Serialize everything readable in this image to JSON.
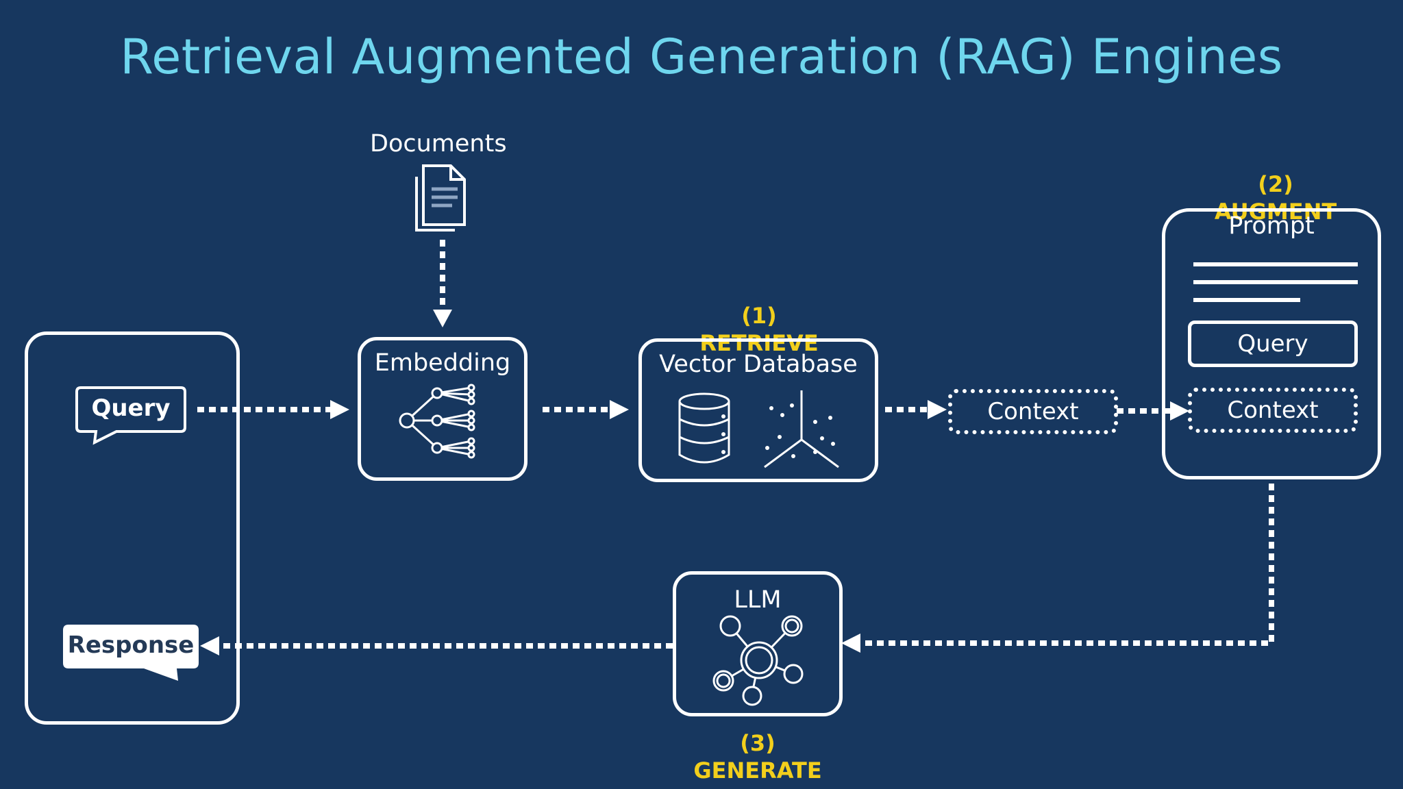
{
  "title": "Retrieval Augmented Generation (RAG) Engines",
  "documents_label": "Documents",
  "user_panel": {
    "query_bubble": "Query",
    "response_bubble": "Response"
  },
  "embedding": {
    "label": "Embedding",
    "icon": "tree-graph-icon"
  },
  "vector_db": {
    "step_number": "(1)",
    "step_name": "RETRIEVE",
    "label": "Vector Database",
    "icons": [
      "database-cylinder-icon",
      "vector-scatter-icon"
    ]
  },
  "context_box": {
    "label": "Context"
  },
  "prompt": {
    "step_number": "(2)",
    "step_name": "AUGMENT",
    "label": "Prompt",
    "query_label": "Query",
    "context_label": "Context"
  },
  "llm": {
    "label": "LLM",
    "icon": "neural-network-icon",
    "step_number": "(3)",
    "step_name": "GENERATE"
  },
  "colors": {
    "background": "#17375f",
    "title": "#6fd6ee",
    "accent": "#f2cf1c",
    "stroke": "#ffffff"
  }
}
